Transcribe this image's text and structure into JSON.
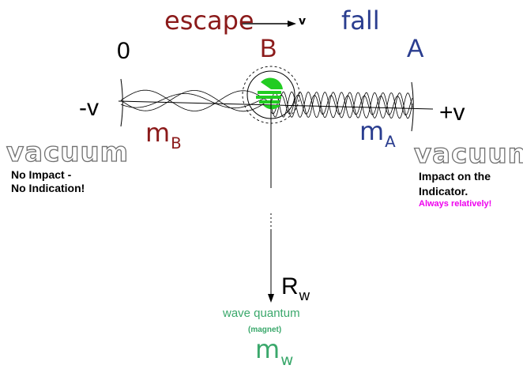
{
  "labels": {
    "escape": "escape",
    "v_arrow": "v",
    "fall": "fall",
    "zero": "0",
    "b": "B",
    "a": "A",
    "minus_v": "-v",
    "plus_v": "+v",
    "m": "m",
    "m_b_sub": "B",
    "m_a_sub": "A",
    "vacuum_left": "vacuum",
    "no_impact": "No Impact -",
    "no_indication": "No Indication!",
    "vacuum_right": "vacuum",
    "impact_line1": "Impact on the",
    "impact_line2": "Indicator.",
    "always_relatively": "Always relatively!",
    "r": "R",
    "r_sub": "w",
    "wave_quantum": "wave quantum",
    "magnet": "(magnet)",
    "m_w_sub": "w"
  },
  "colors": {
    "dark_red": "#8b1a1a",
    "navy": "#2a3d8f",
    "black": "#000000",
    "green": "#3aa86b",
    "bright_green": "#22cc22",
    "magenta": "#ee00ee",
    "gray": "#707070"
  }
}
